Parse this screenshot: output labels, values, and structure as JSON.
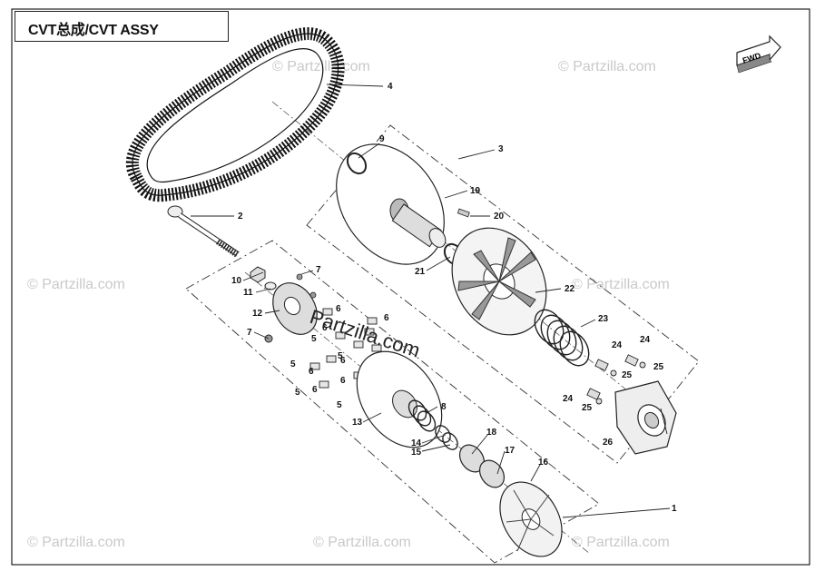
{
  "title": "CVT总成/CVT ASSY",
  "fwd_label": "FWD",
  "watermarks": {
    "small": "© Partzilla.com",
    "center": "Partzilla.com"
  },
  "callouts": [
    "1",
    "2",
    "3",
    "4",
    "5",
    "6",
    "7",
    "8",
    "9",
    "10",
    "11",
    "12",
    "13",
    "14",
    "15",
    "16",
    "17",
    "18",
    "19",
    "20",
    "21",
    "22",
    "23",
    "24",
    "25",
    "26"
  ],
  "part_color": "#333333"
}
